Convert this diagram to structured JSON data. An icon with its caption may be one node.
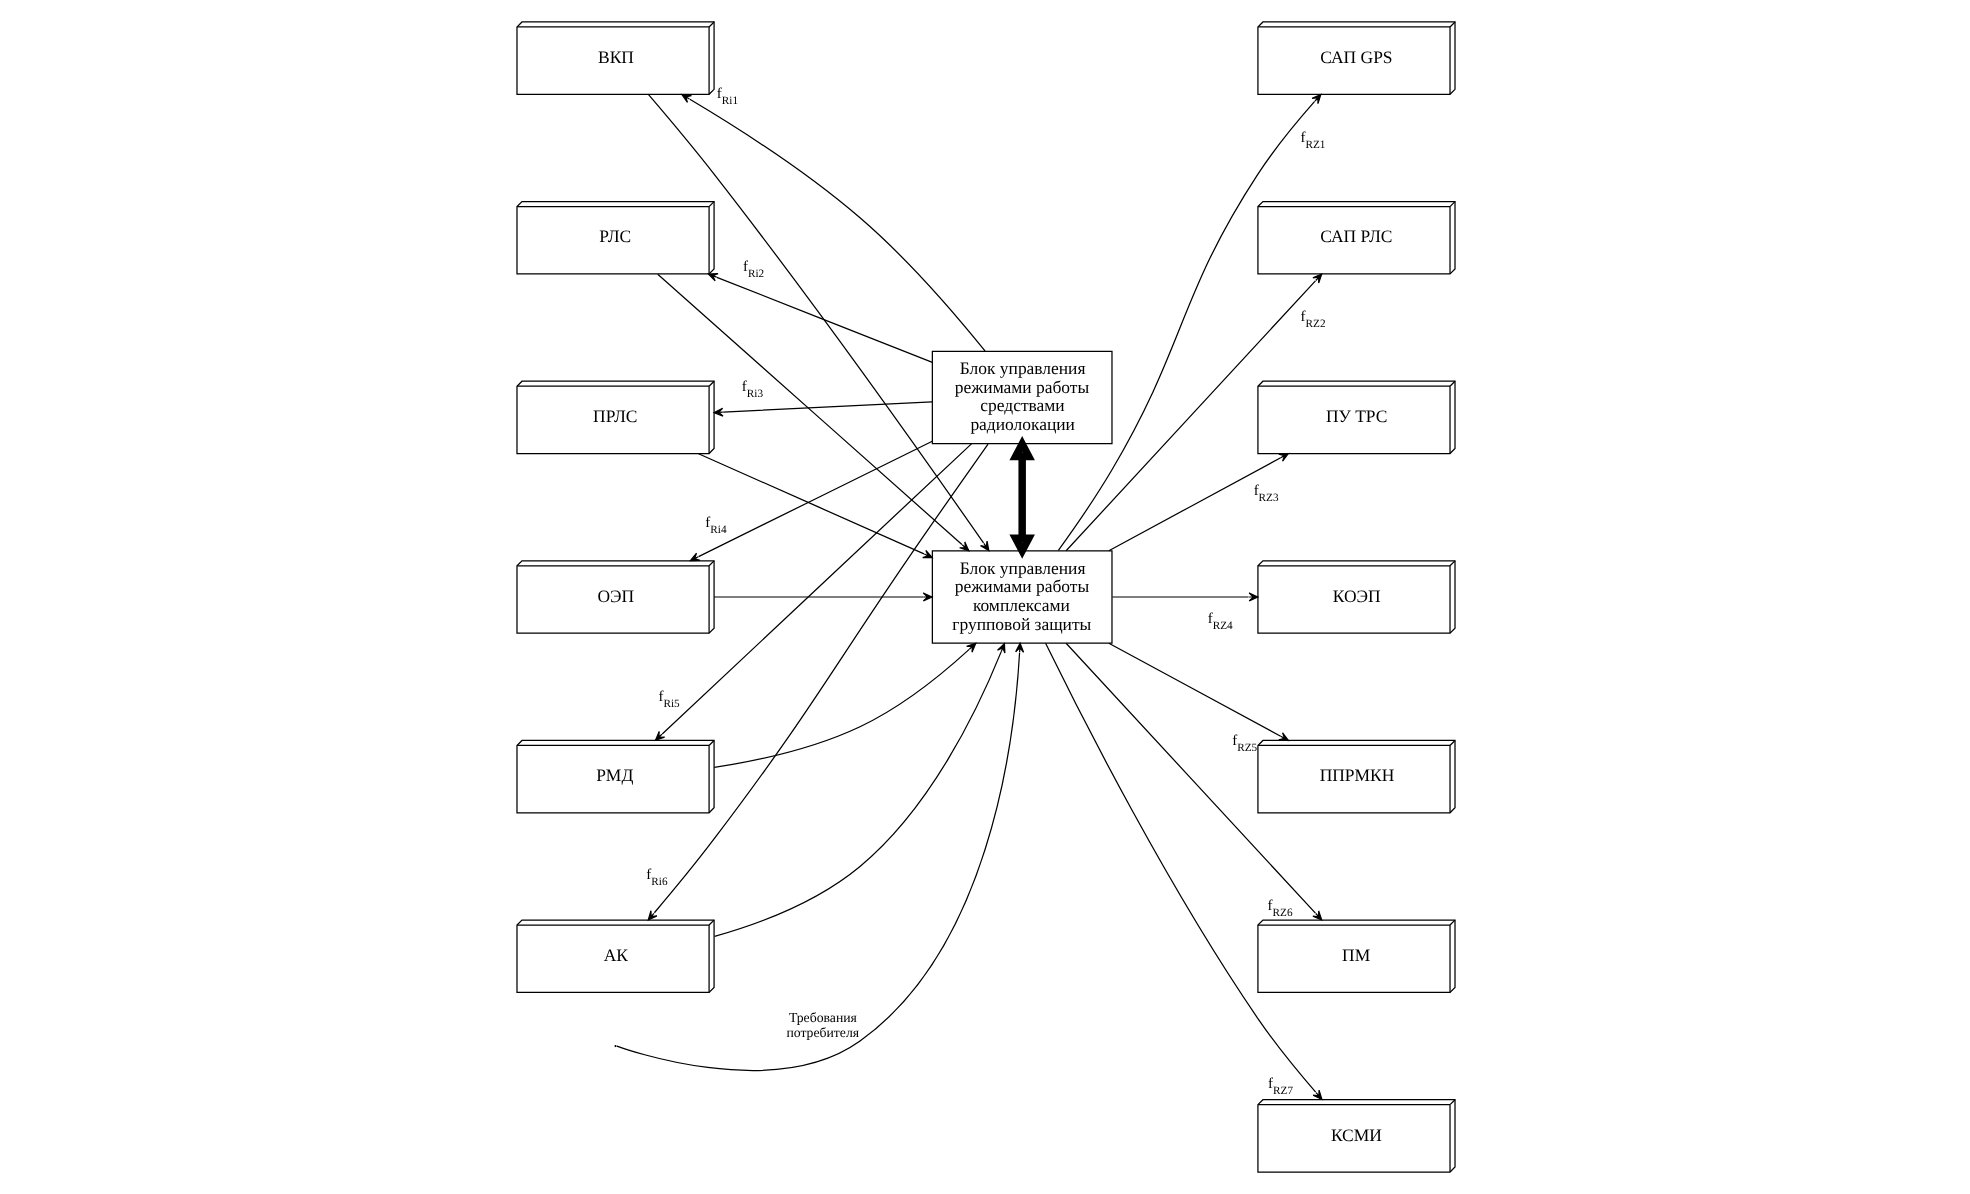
{
  "diagram": {
    "nodes": [
      {
        "text": [
          "ВКП"
        ]
      },
      {
        "text": [
          "РЛС"
        ]
      },
      {
        "text": [
          "ПРЛС"
        ]
      },
      {
        "text": [
          "ОЭП"
        ]
      },
      {
        "text": [
          "РМД"
        ]
      },
      {
        "text": [
          "АК"
        ]
      },
      {
        "text": [
          "Блок управления режимами работы средствами радиолокации"
        ]
      },
      {
        "text": [
          "Блок управления режимами работы комплексами групповой защиты"
        ]
      },
      {
        "text": [
          "САП GPS"
        ]
      },
      {
        "text": [
          "САП РЛС"
        ]
      },
      {
        "text": [
          "ПУ ТРС"
        ]
      },
      {
        "text": [
          "КОЭП"
        ]
      },
      {
        "text": [
          "ППРМКН"
        ]
      },
      {
        "text": [
          "ПМ"
        ]
      },
      {
        "text": [
          "КСМИ"
        ]
      }
    ],
    "edges": [
      {
        "from": 6,
        "to": 0,
        "arrow": "to",
        "label": "f$_{Ri1}$"
      },
      {
        "from": 6,
        "to": 1,
        "arrow": "to",
        "label": "f$_{Ri2}$"
      },
      {
        "from": 6,
        "to": 2,
        "arrow": "to",
        "label": "f$_{Ri3}$"
      },
      {
        "from": 6,
        "to": 3,
        "arrow": "to",
        "label": "f$_{Ri4}$"
      },
      {
        "from": 6,
        "to": 4,
        "arrow": "to",
        "label": "f$_{Ri5}$"
      },
      {
        "from": 6,
        "to": 5,
        "arrow": "to",
        "label": "f$_{Ri6}$"
      },
      {
        "from": 0,
        "to": 7,
        "arrow": "to"
      },
      {
        "from": 1,
        "to": 7,
        "arrow": "to"
      },
      {
        "from": 2,
        "to": 7,
        "arrow": "to"
      },
      {
        "from": 3,
        "to": 7,
        "arrow": "to"
      },
      {
        "from": 4,
        "to": 7,
        "arrow": "to"
      },
      {
        "from": 5,
        "to": 7,
        "arrow": "to"
      },
      {
        "from": 6,
        "to": 7,
        "arrow": "both",
        "style": "thick"
      },
      {
        "from": 7,
        "to": 8,
        "arrow": "to",
        "label": "f$_{RZ1}$"
      },
      {
        "from": 7,
        "to": 9,
        "arrow": "to",
        "label": "f$_{RZ2}$"
      },
      {
        "from": 7,
        "to": 10,
        "arrow": "to",
        "label": "f$_{RZ3}$"
      },
      {
        "from": 7,
        "to": 11,
        "arrow": "to",
        "label": "f$_{RZ4}$"
      },
      {
        "from": 7,
        "to": 12,
        "arrow": "to",
        "label": "f$_{RZ5}$"
      },
      {
        "from": 7,
        "to": 13,
        "arrow": "to",
        "label": "f$_{RZ6}$"
      },
      {
        "from": 7,
        "to": 14,
        "arrow": "to",
        "label": "f$_{RZ7}$"
      },
      {
        "from": null,
        "to": 7,
        "arrow": "to",
        "label": "Требования потребителя"
      }
    ]
  }
}
